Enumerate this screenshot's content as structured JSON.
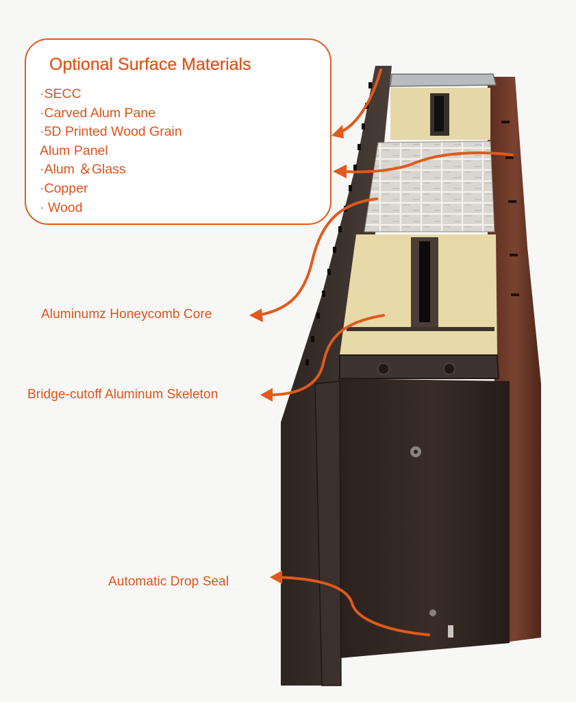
{
  "colors": {
    "accent": "#e05a1c",
    "text": "#e0521a",
    "background": "#f7f7f6",
    "frame": "#2e2420",
    "foam": "#e9dcb0",
    "wood": "#6e3a26"
  },
  "callout_box": {
    "title": "Optional Surface Materials",
    "items": [
      "·SECC",
      "·Carved Alum Pane",
      "·5D Printed Wood Grain",
      "Alum Panel",
      "·Alum ＆Glass",
      "·Copper",
      "· Wood"
    ]
  },
  "labels": {
    "honeycomb_core": "Aluminumz Honeycomb Core",
    "skeleton": "Bridge-cutoff Aluminum Skeleton",
    "drop_seal": "Automatic Drop Seal"
  }
}
